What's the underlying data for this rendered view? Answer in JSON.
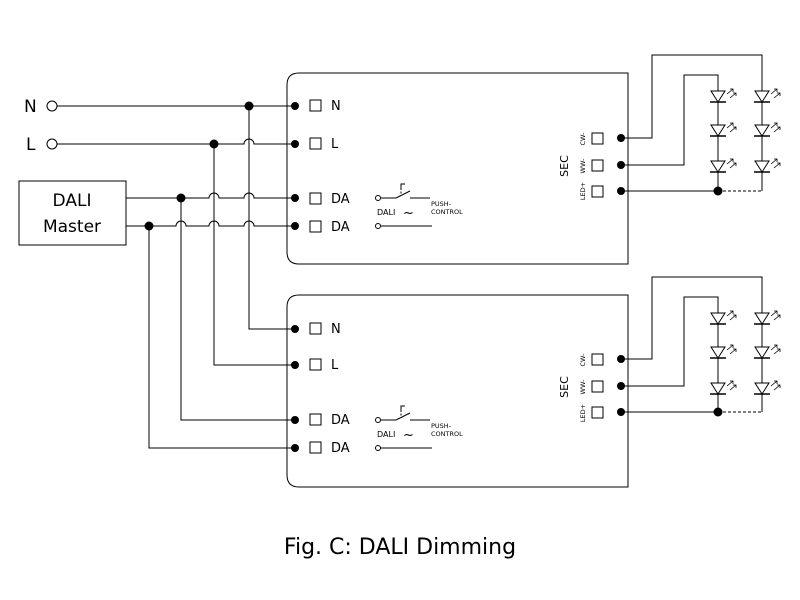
{
  "supply": {
    "neutral_label": "N",
    "line_label": "L"
  },
  "controller": {
    "line1": "DALI",
    "line2": "Master"
  },
  "driver_inputs": [
    "N",
    "L",
    "DA",
    "DA"
  ],
  "driver_switch": {
    "dali_label": "DALI",
    "ac_symbol": "~",
    "push_line1": "PUSH-",
    "push_line2": "CONTROL"
  },
  "driver_secondary": {
    "sec_label": "SEC",
    "outputs": [
      "CW-",
      "WW-",
      "LED+"
    ]
  },
  "caption": "Fig. C: DALI Dimming"
}
